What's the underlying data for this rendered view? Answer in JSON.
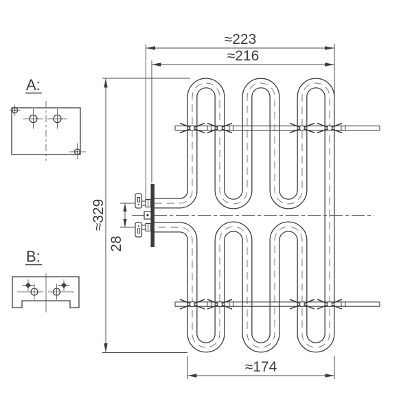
{
  "page": {
    "background": "#ffffff",
    "line_color": "#3d3d3d",
    "description": "Technical dimensional drawing of a serpentine tubular heating element with two mounting bracket detail views"
  },
  "drawing": {
    "detail_views": [
      {
        "label": "A:"
      },
      {
        "label": "B:"
      }
    ],
    "dimensions": {
      "overall_width": "≈223",
      "element_width": "≈216",
      "overall_height": "≈329",
      "terminal_pitch": "28",
      "loop_span": "≈174"
    }
  }
}
